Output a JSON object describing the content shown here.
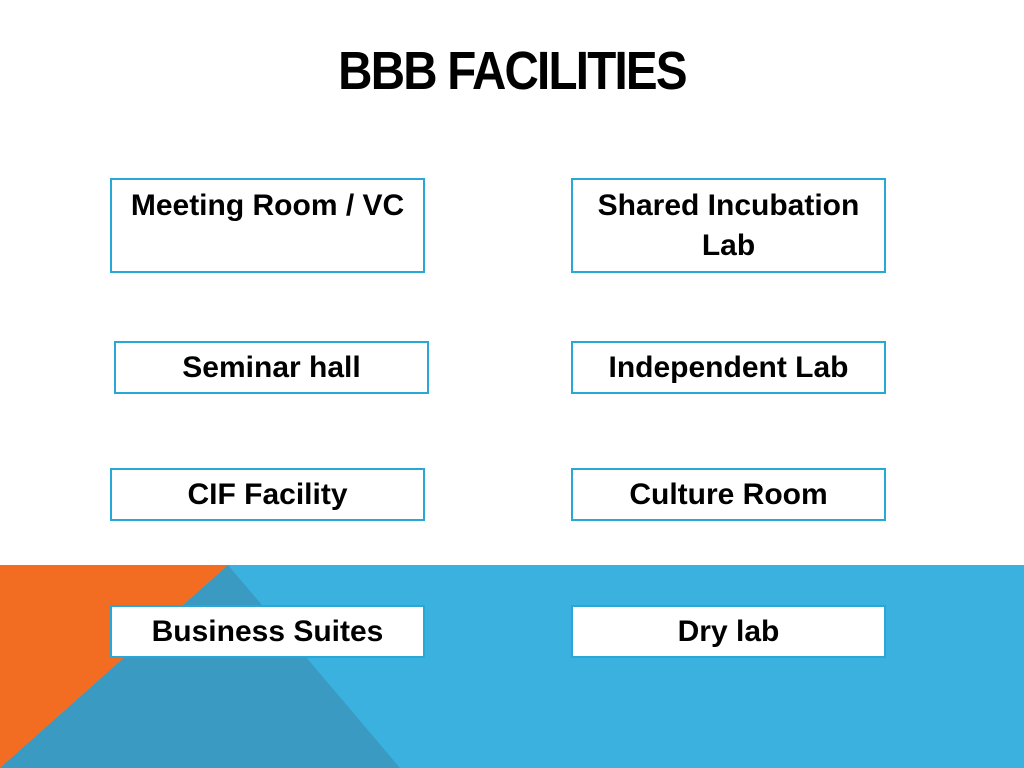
{
  "slide": {
    "title": "BBB FACILITIES",
    "facilities": [
      "Meeting Room / VC",
      "Shared Incubation Lab",
      "Seminar hall",
      "Independent Lab",
      "CIF Facility",
      "Culture Room",
      "Business Suites",
      "Dry lab"
    ]
  },
  "colors": {
    "box_border": "#29a7d6",
    "band_blue": "#3ab1df",
    "band_dark_blue": "#3b9ac2",
    "band_orange": "#f26d21"
  }
}
